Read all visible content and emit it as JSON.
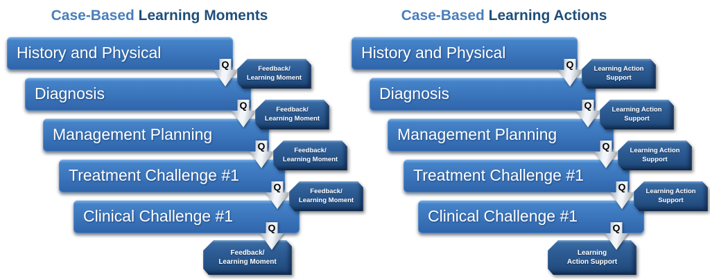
{
  "colors": {
    "title_light": "#4a7ebb",
    "title_dark": "#1f4e79",
    "box_top": "#4583c9",
    "box_bottom": "#2f64aa",
    "box_highlight": "#7fb3e8",
    "callout_top": "#3d6ea6",
    "callout_bottom": "#1d4676",
    "arrow_light": "#f2f5f9",
    "arrow_dark": "#8b97a5",
    "q_color": "#000000"
  },
  "connector": {
    "label": "Q"
  },
  "columns": [
    {
      "title": {
        "part1": "Case-Based",
        "part2": " Learning Moments"
      },
      "steps": [
        "History and Physical",
        "Diagnosis",
        "Management Planning",
        "Treatment Challenge #1",
        "Clinical Challenge #1"
      ],
      "callouts": [
        {
          "line1": "Feedback/",
          "line2": "Learning Moment"
        },
        {
          "line1": "Feedback/",
          "line2": "Learning Moment"
        },
        {
          "line1": "Feedback/",
          "line2": "Learning Moment"
        },
        {
          "line1": "Feedback/",
          "line2": "Learning Moment"
        },
        {
          "line1": "Feedback/",
          "line2": "Learning Moment"
        }
      ]
    },
    {
      "title": {
        "part1": "Case-Based",
        "part2": " Learning Actions"
      },
      "steps": [
        "History and Physical",
        "Diagnosis",
        "Management Planning",
        "Treatment Challenge #1",
        "Clinical Challenge #1"
      ],
      "callouts": [
        {
          "line1": "Learning Action",
          "line2": "Support"
        },
        {
          "line1": "Learning Action",
          "line2": "Support"
        },
        {
          "line1": "Learning Action",
          "line2": "Support"
        },
        {
          "line1": "Learning Action",
          "line2": "Support"
        },
        {
          "line1": "Learning",
          "line2": "Action Support"
        }
      ]
    }
  ]
}
